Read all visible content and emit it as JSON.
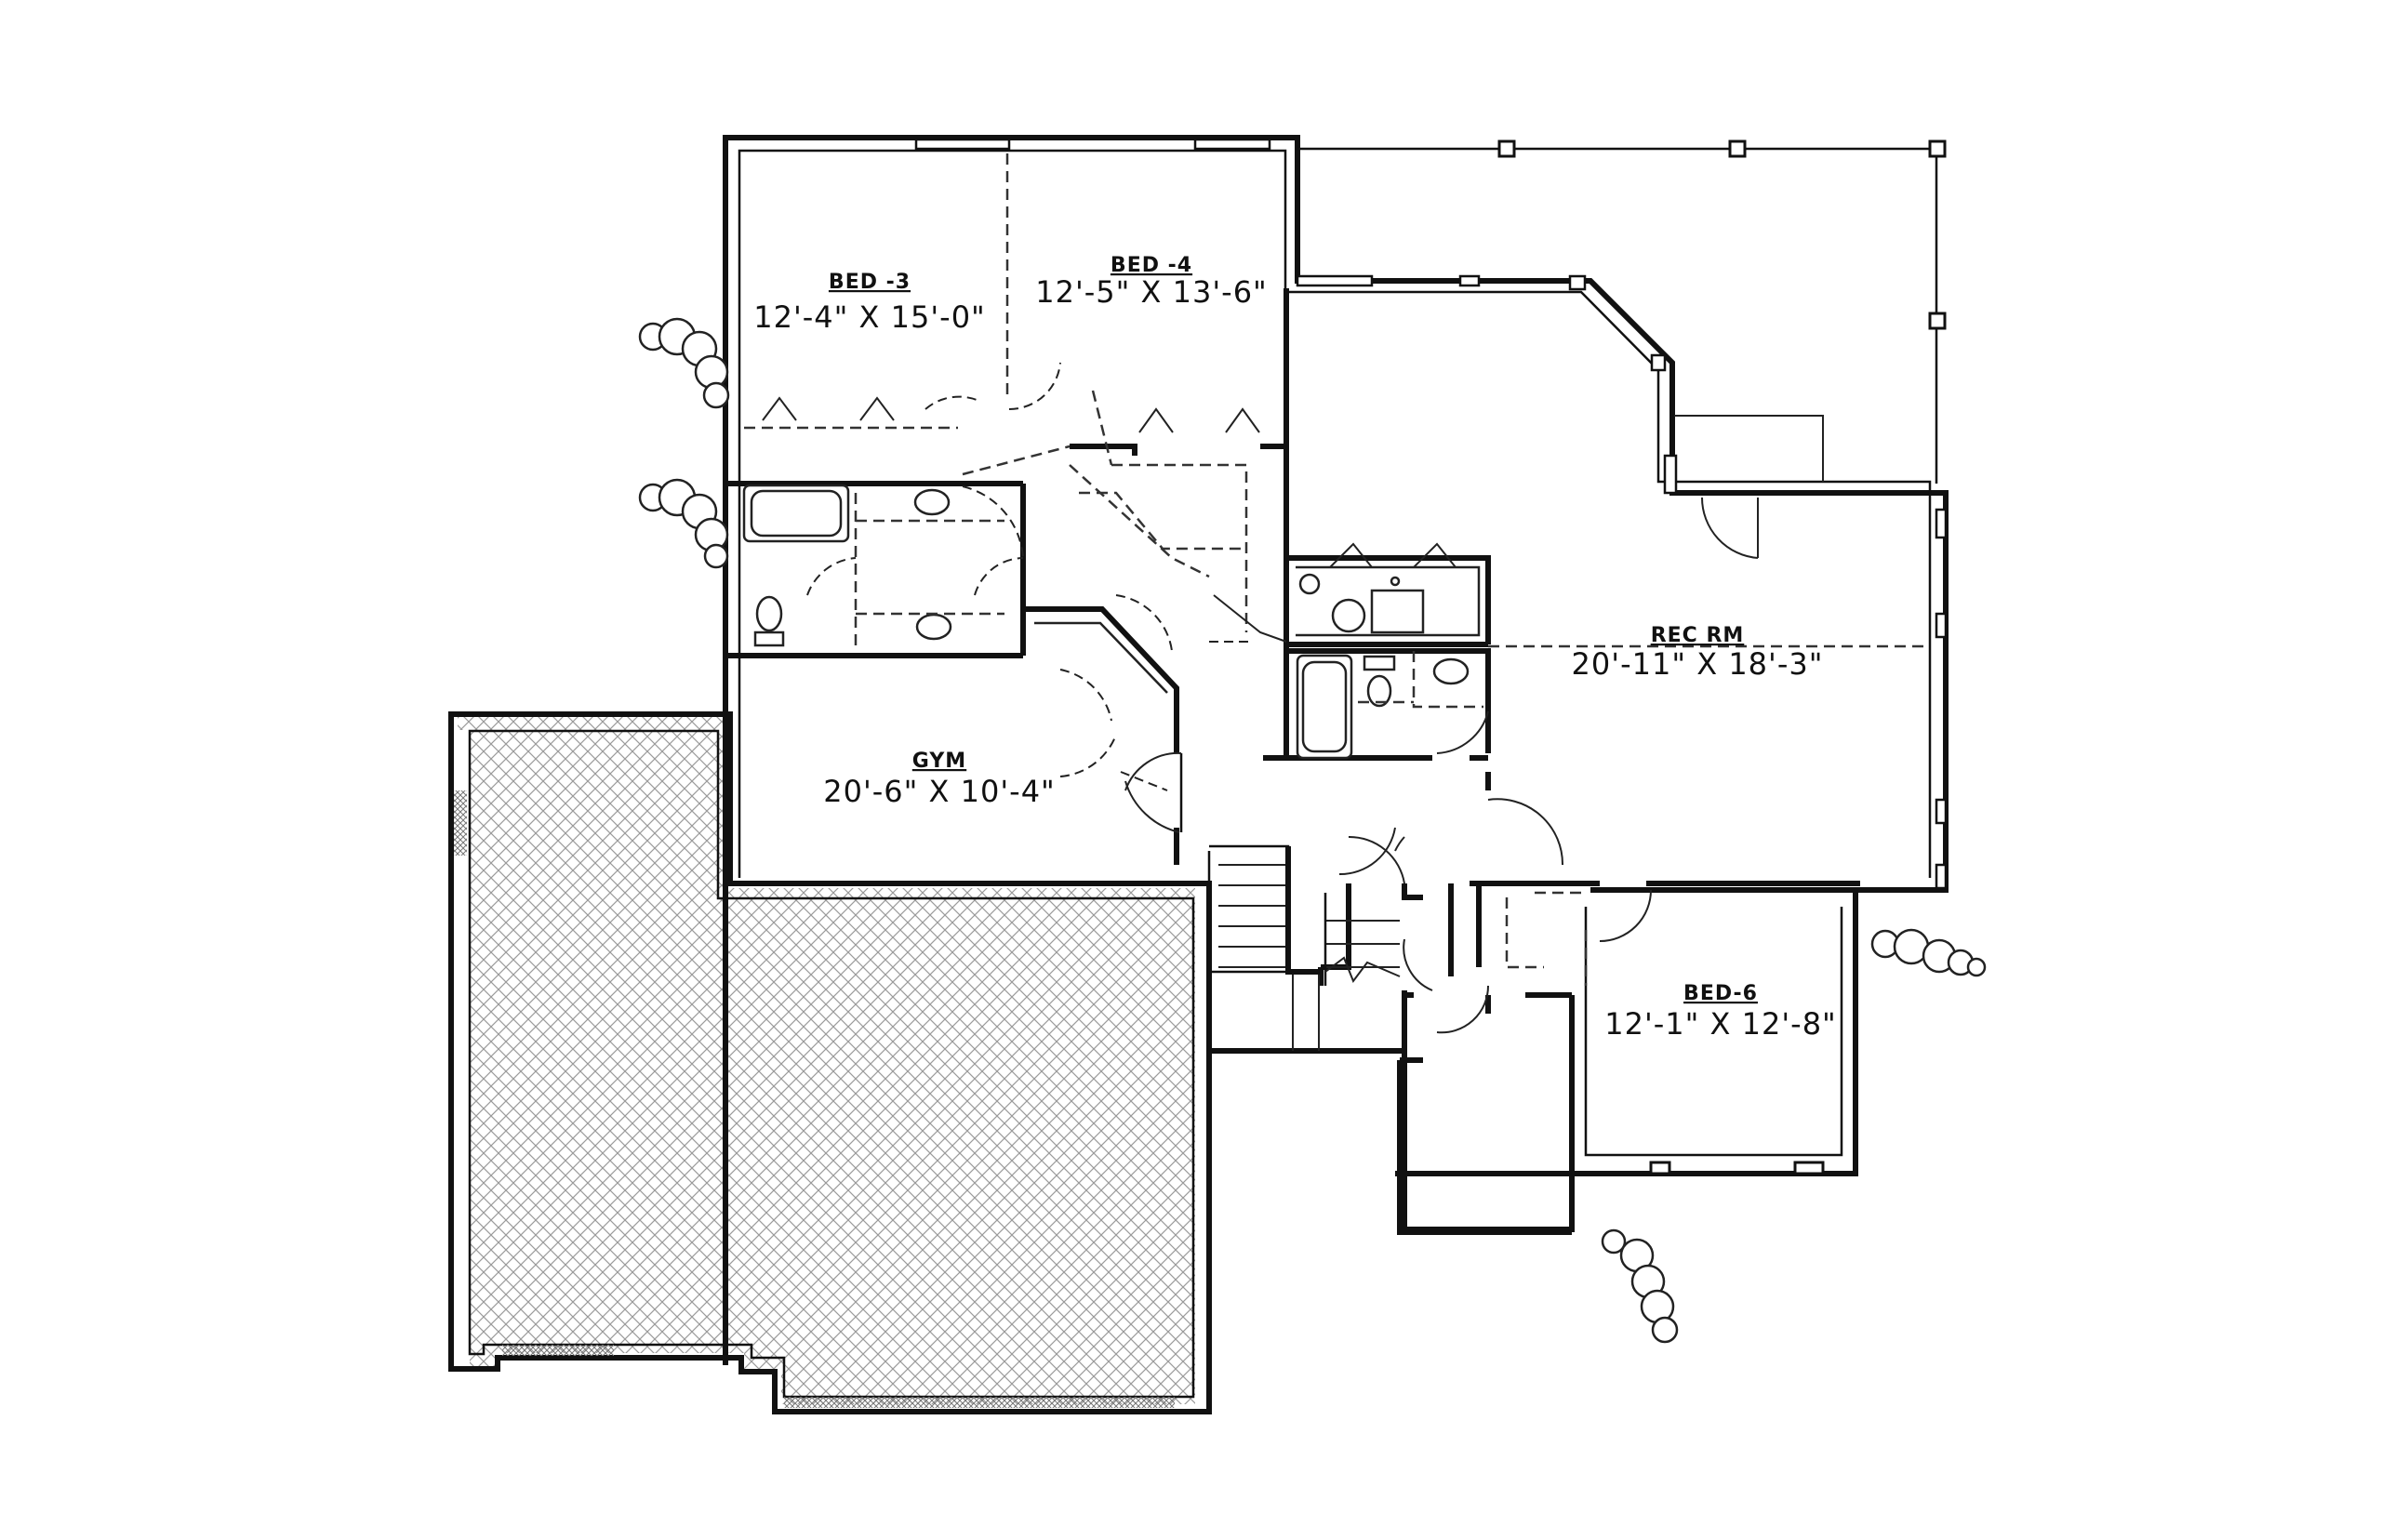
{
  "rooms": [
    {
      "id": "bed3",
      "name": "BED -3",
      "dims": "12'-4\" X 15'-0\""
    },
    {
      "id": "bed4",
      "name": "BED -4",
      "dims": "12'-5\" X 13'-6\""
    },
    {
      "id": "rec",
      "name": "REC RM",
      "dims": "20'-11\" X 18'-3\""
    },
    {
      "id": "gym",
      "name": "GYM",
      "dims": "20'-6\" X 10'-4\""
    },
    {
      "id": "bed6",
      "name": "BED-6",
      "dims": "12'-1\" X 12'-8\""
    }
  ]
}
